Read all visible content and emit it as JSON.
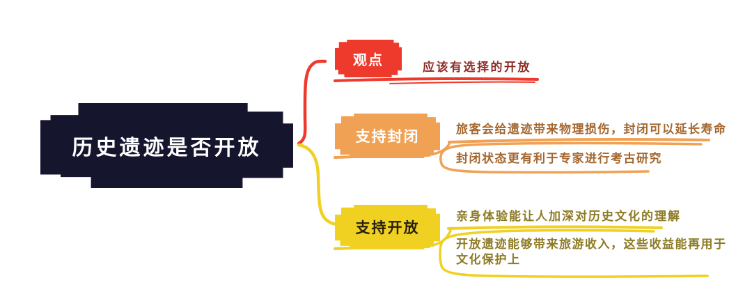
{
  "canvas": {
    "background": "#ffffff"
  },
  "root_topic": {
    "label": "历史遗迹是否开放",
    "bg_color": "#16152e",
    "text_color": "#ffffff"
  },
  "branches": [
    {
      "label": "观点",
      "color": "#ee3a2c",
      "label_color": "#ffffff",
      "note_color": "#8f2b24",
      "children": [
        {
          "text": "应该有选择的开放",
          "style": "underline"
        }
      ]
    },
    {
      "label": "支持封闭",
      "color": "#f0a153",
      "label_color": "#ffffff",
      "note_color": "#a4672f",
      "children": [
        {
          "text": "旅客会给遗迹带来物理损伤，封闭可以延长寿命",
          "style": "underline"
        },
        {
          "text": "封闭状态更有利于专家进行考古研究",
          "style": "rounded-box"
        }
      ]
    },
    {
      "label": "支持开放",
      "color": "#f0d020",
      "label_color": "#26200f",
      "note_color": "#8d7b25",
      "children": [
        {
          "text": "亲身体验能让人加深对历史文化的理解",
          "style": "underline"
        },
        {
          "text": "开放遗迹能够带来旅游收入，这些收益能再用于文化保护上",
          "style": "rounded-box"
        }
      ]
    }
  ]
}
